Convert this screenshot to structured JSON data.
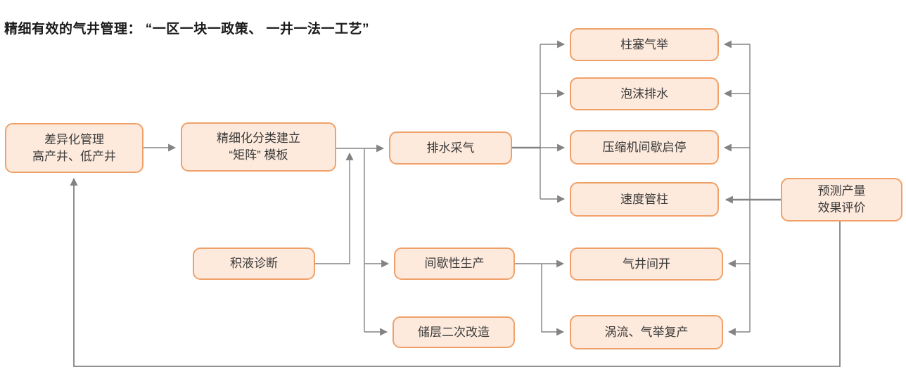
{
  "title": "精细有效的气井管理： “一区一块一政策、 一井一法一工艺”",
  "colors": {
    "node_fill": "#fdeadc",
    "node_border": "#f0a169",
    "connector": "#838383",
    "text": "#3a3a3a",
    "title_text": "#1a1a1a"
  },
  "nodes": {
    "differentiated_management": {
      "label": "差异化管理\n高产井、低产井"
    },
    "matrix_template": {
      "label": "精细化分类建立\n“矩阵” 模板"
    },
    "liquid_diagnosis": {
      "label": "积液诊断"
    },
    "drainage_gas_recovery": {
      "label": "排水采气"
    },
    "intermittent_production": {
      "label": "间歇性生产"
    },
    "reservoir_restimulation": {
      "label": "储层二次改造"
    },
    "plunger_gas_lift": {
      "label": "柱塞气举"
    },
    "foam_drainage": {
      "label": "泡沫排水"
    },
    "compressor_start_stop": {
      "label": "压缩机间歇启停"
    },
    "velocity_string": {
      "label": "速度管柱"
    },
    "well_intermittent_opening": {
      "label": "气井间开"
    },
    "vortex_gas_lift_resumption": {
      "label": "涡流、气举复产"
    },
    "prediction_evaluation": {
      "label": "预测产量\n效果评价"
    }
  },
  "edges": [
    {
      "from": "differentiated_management",
      "to": "matrix_template"
    },
    {
      "from": "matrix_template",
      "to": "drainage_gas_recovery"
    },
    {
      "from": "matrix_template",
      "to": "intermittent_production"
    },
    {
      "from": "matrix_template",
      "to": "reservoir_restimulation"
    },
    {
      "from": "liquid_diagnosis",
      "to": "matrix_template"
    },
    {
      "from": "drainage_gas_recovery",
      "to": "plunger_gas_lift"
    },
    {
      "from": "drainage_gas_recovery",
      "to": "foam_drainage"
    },
    {
      "from": "drainage_gas_recovery",
      "to": "compressor_start_stop"
    },
    {
      "from": "drainage_gas_recovery",
      "to": "velocity_string"
    },
    {
      "from": "intermittent_production",
      "to": "well_intermittent_opening"
    },
    {
      "from": "intermittent_production",
      "to": "vortex_gas_lift_resumption"
    },
    {
      "from": "prediction_evaluation",
      "to": "plunger_gas_lift"
    },
    {
      "from": "prediction_evaluation",
      "to": "foam_drainage"
    },
    {
      "from": "prediction_evaluation",
      "to": "compressor_start_stop"
    },
    {
      "from": "prediction_evaluation",
      "to": "velocity_string"
    },
    {
      "from": "prediction_evaluation",
      "to": "well_intermittent_opening"
    },
    {
      "from": "prediction_evaluation",
      "to": "vortex_gas_lift_resumption"
    },
    {
      "from": "prediction_evaluation",
      "to": "differentiated_management"
    }
  ]
}
